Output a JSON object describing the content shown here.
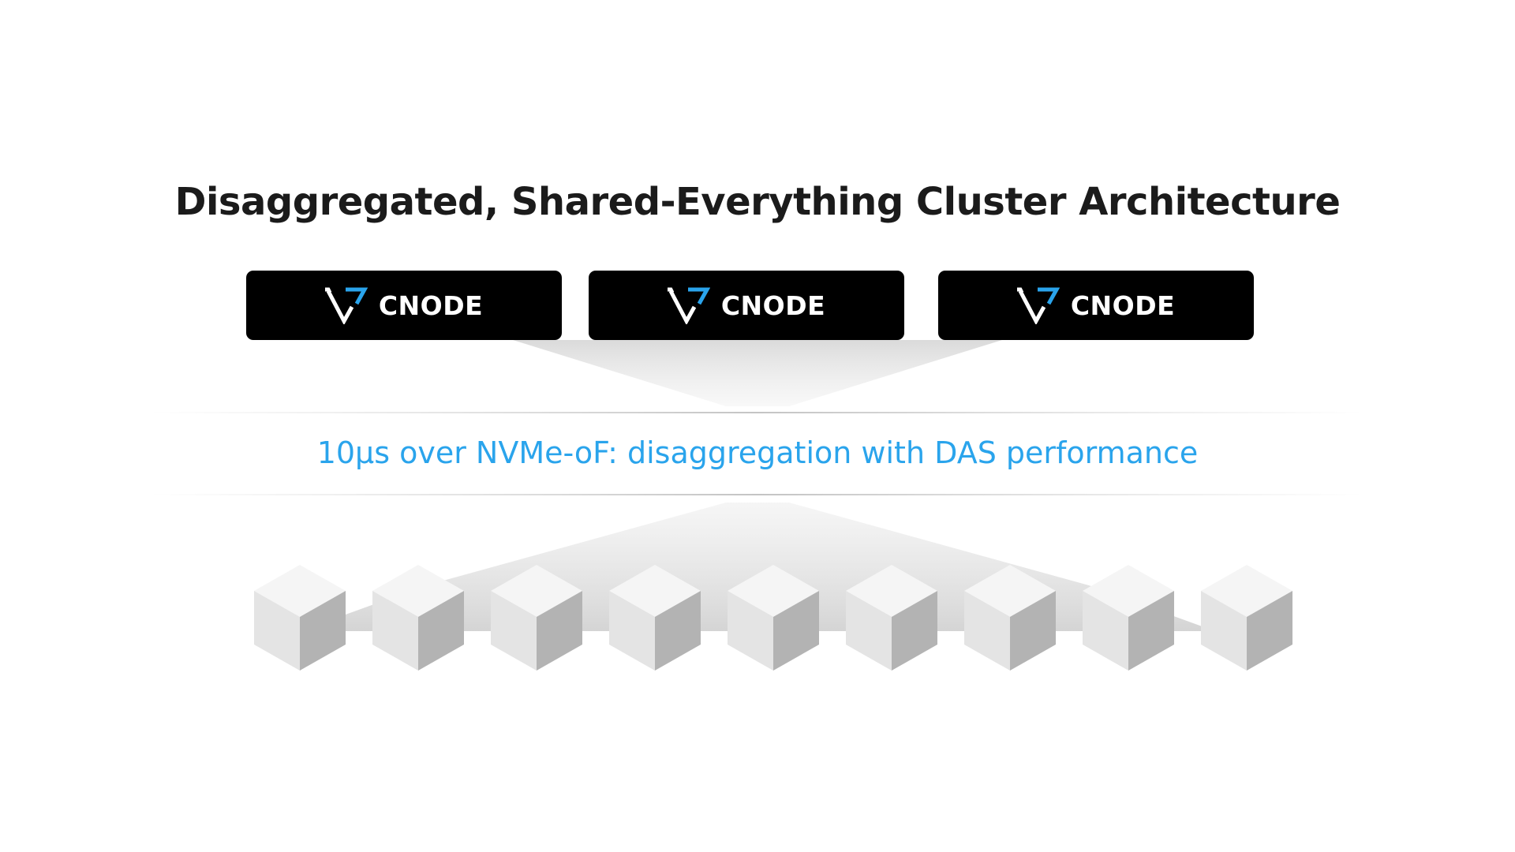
{
  "title": "Disaggregated, Shared-Everything Cluster Architecture",
  "tagline": "10µs over NVMe-oF: disaggregation with DAS performance",
  "cnodes": [
    {
      "label": "CNODE",
      "logo_icon": "vast-logo-icon"
    },
    {
      "label": "CNODE",
      "logo_icon": "vast-logo-icon"
    },
    {
      "label": "CNODE",
      "logo_icon": "vast-logo-icon"
    }
  ],
  "storage_nodes": [
    {
      "icon": "storage-cube-icon"
    },
    {
      "icon": "storage-cube-icon"
    },
    {
      "icon": "storage-cube-icon"
    },
    {
      "icon": "storage-cube-icon"
    },
    {
      "icon": "storage-cube-icon"
    },
    {
      "icon": "storage-cube-icon"
    },
    {
      "icon": "storage-cube-icon"
    },
    {
      "icon": "storage-cube-icon"
    },
    {
      "icon": "storage-cube-icon"
    }
  ],
  "colors": {
    "title": "#1b1b1b",
    "tagline": "#2aa4ec",
    "cnode_bg": "#000000",
    "cnode_text": "#ffffff",
    "logo_accent": "#2aa4ec",
    "cube_top": "#f5f5f5",
    "cube_left": "#e4e4e4",
    "cube_right": "#b3b3b3"
  }
}
